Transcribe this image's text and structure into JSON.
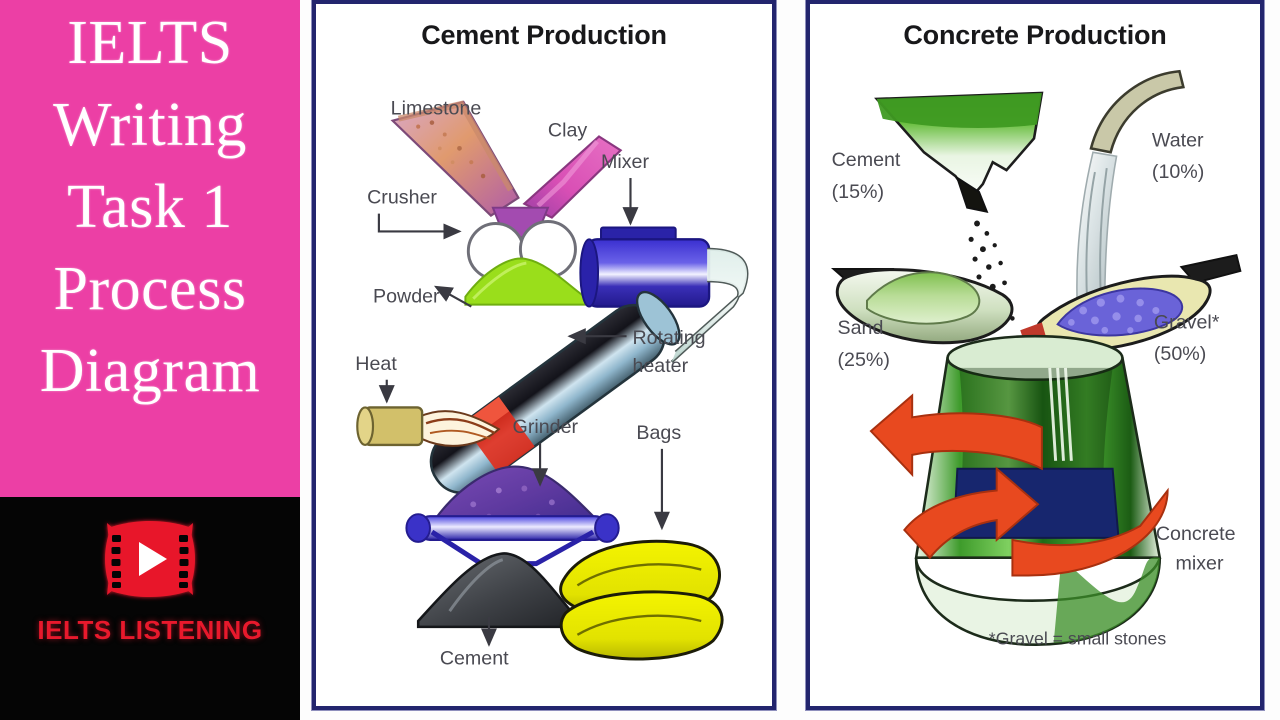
{
  "brand": {
    "lines": [
      "IELTS",
      "Writing",
      "Task 1",
      "Process",
      "Diagram"
    ],
    "background_color": "#ec3fa5",
    "text_color": "#ffffff",
    "logo": {
      "icon": "film-play-icon",
      "text": "IELTS LISTENING",
      "color": "#e8192c",
      "background_color": "#050505"
    }
  },
  "diagram": {
    "border_color": "#23256e",
    "panels": [
      {
        "id": "cement",
        "title": "Cement Production",
        "labels": [
          {
            "name": "limestone",
            "text": "Limestone"
          },
          {
            "name": "clay",
            "text": "Clay"
          },
          {
            "name": "crusher",
            "text": "Crusher"
          },
          {
            "name": "mixer",
            "text": "Mixer"
          },
          {
            "name": "powder",
            "text": "Powder"
          },
          {
            "name": "rotating-heater-1",
            "text": "Rotating"
          },
          {
            "name": "rotating-heater-2",
            "text": "heater"
          },
          {
            "name": "heat",
            "text": "Heat"
          },
          {
            "name": "grinder",
            "text": "Grinder"
          },
          {
            "name": "bags",
            "text": "Bags"
          },
          {
            "name": "cement",
            "text": "Cement"
          }
        ]
      },
      {
        "id": "concrete",
        "title": "Concrete Production",
        "labels": [
          {
            "name": "cement-name",
            "text": "Cement"
          },
          {
            "name": "cement-percent",
            "text": "(15%)"
          },
          {
            "name": "water-name",
            "text": "Water"
          },
          {
            "name": "water-percent",
            "text": "(10%)"
          },
          {
            "name": "sand-name",
            "text": "Sand"
          },
          {
            "name": "sand-percent",
            "text": "(25%)"
          },
          {
            "name": "gravel-name",
            "text": "Gravel*"
          },
          {
            "name": "gravel-percent",
            "text": "(50%)"
          },
          {
            "name": "concrete-mixer-1",
            "text": "Concrete"
          },
          {
            "name": "concrete-mixer-2",
            "text": "mixer"
          },
          {
            "name": "footnote",
            "text": "*Gravel = small stones"
          }
        ]
      }
    ]
  },
  "chart_data": {
    "type": "pie",
    "title": "Concrete Production composition",
    "categories": [
      "Gravel",
      "Sand",
      "Cement",
      "Water"
    ],
    "values": [
      50,
      25,
      15,
      10
    ],
    "unit": "%",
    "notes": "*Gravel = small stones"
  }
}
